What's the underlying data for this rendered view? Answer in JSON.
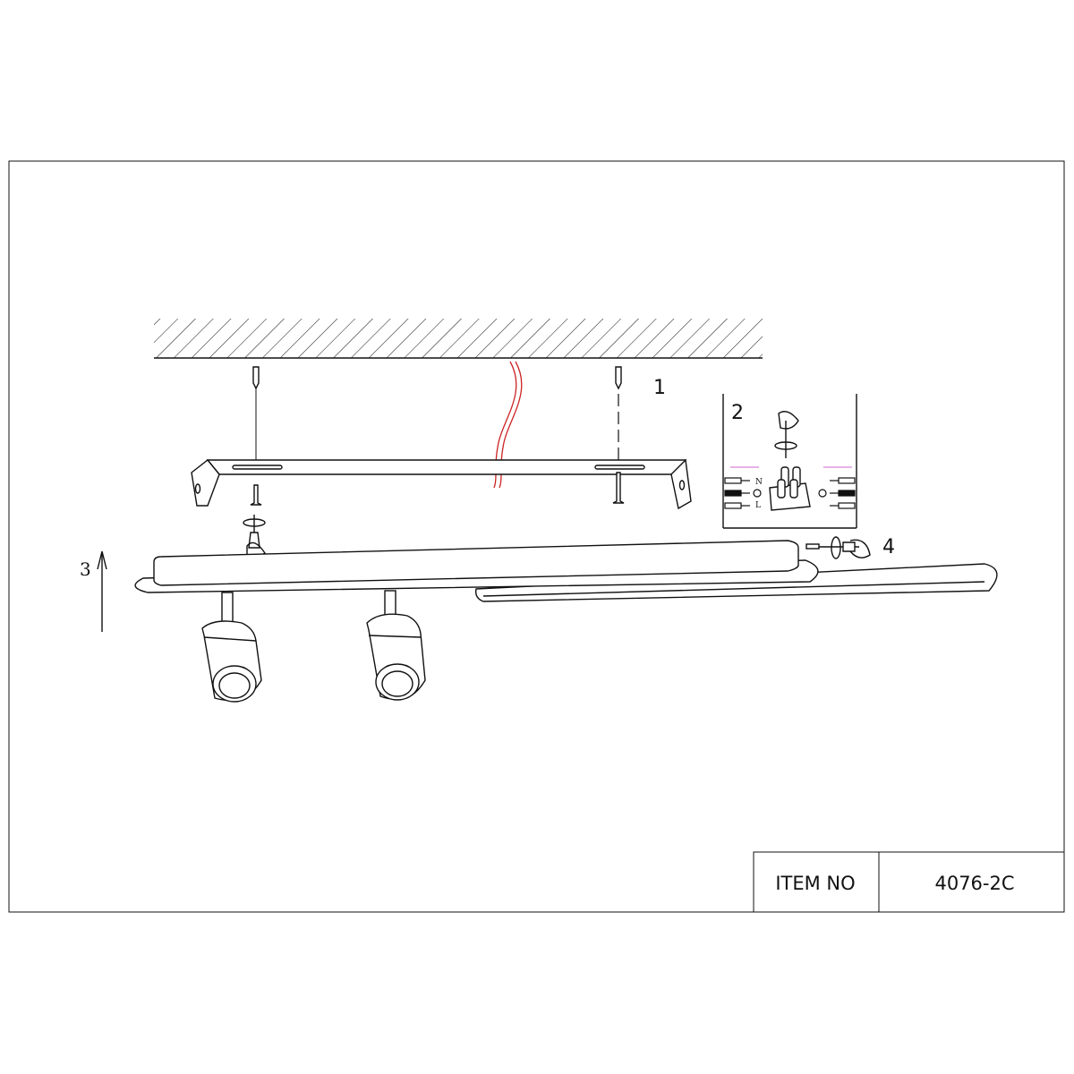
{
  "steps": {
    "step1": "1",
    "step2": "2",
    "step3": "3",
    "step4": "4"
  },
  "wiring": {
    "neutral": "N",
    "live": "L"
  },
  "title_block": {
    "label": "ITEM NO",
    "value": "4076-2C"
  },
  "colors": {
    "line": "#111111",
    "wire": "#cc2222",
    "wire_marker": "#dd99dd"
  }
}
